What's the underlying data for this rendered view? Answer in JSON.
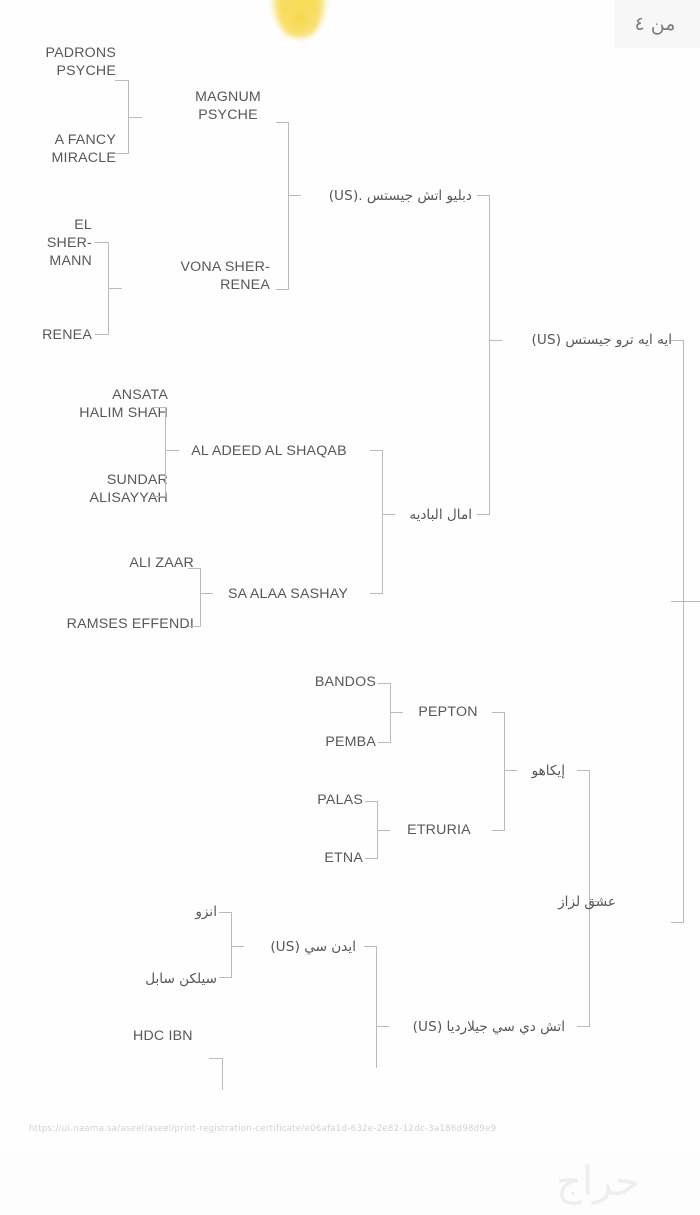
{
  "header": {
    "page_of": "من ٤"
  },
  "document": {
    "type": "pedigree-tree",
    "title_visible": false,
    "footer_url": "https://ui.naama.sa/aseel/aseel/print-registration-certificate/e06afa1d-632e-2e82-12dc-3a186d98d9e9",
    "watermark": "حراج"
  },
  "colors": {
    "background": "#fefefe",
    "text": "#555759",
    "line": "#b9bcbe",
    "header_bg": "#f7f7f7",
    "url_text": "#cfd2d4",
    "highlight_blob": "#f7d94e"
  },
  "tree": {
    "generation_4_top": [
      {
        "id": "g4-1",
        "label": "PADRONS\nPSYCHE"
      },
      {
        "id": "g4-2",
        "label": "A FANCY\nMIRACLE"
      },
      {
        "id": "g4-3",
        "label": "EL\nSHER-\nMANN"
      },
      {
        "id": "g4-4",
        "label": "RENEA"
      },
      {
        "id": "g4-5",
        "label": "ANSATA\nHALIM SHAH"
      },
      {
        "id": "g4-6",
        "label": "SUNDAR\nALISAYYAH"
      },
      {
        "id": "g4-7",
        "label": "ALI ZAAR"
      },
      {
        "id": "g4-8",
        "label": "RAMSES EFFENDI"
      },
      {
        "id": "g4-9",
        "label": "BANDOS"
      },
      {
        "id": "g4-10",
        "label": "PEMBA"
      },
      {
        "id": "g4-11",
        "label": "PALAS"
      },
      {
        "id": "g4-12",
        "label": "ETNA"
      },
      {
        "id": "g4-13",
        "label": "انزو"
      },
      {
        "id": "g4-14",
        "label": "سيلكن سابل"
      },
      {
        "id": "g4-15",
        "label": "HDC IBN"
      }
    ],
    "generation_3": [
      {
        "id": "g3-1",
        "label": "MAGNUM\nPSYCHE"
      },
      {
        "id": "g3-2",
        "label": "VONA SHER-\nRENEA"
      },
      {
        "id": "g3-3",
        "label": "AL ADEED AL SHAQAB"
      },
      {
        "id": "g3-4",
        "label": "SA ALAA SASHAY"
      },
      {
        "id": "g3-5",
        "label": "PEPTON"
      },
      {
        "id": "g3-6",
        "label": "ETRURIA"
      },
      {
        "id": "g3-7",
        "label": "ايدن سي (US)"
      }
    ],
    "generation_2": [
      {
        "id": "g2-1",
        "label": "دبليو اتش جيستس .(US)"
      },
      {
        "id": "g2-2",
        "label": "امال الباديه"
      },
      {
        "id": "g2-3",
        "label": "إيكاهو"
      },
      {
        "id": "g2-4",
        "label": "اتش دي سي جيلارديا (US)"
      }
    ],
    "generation_1": [
      {
        "id": "g1-1",
        "label": "ايه ايه ترو جيستس (US)"
      },
      {
        "id": "g1-2",
        "label": "عشق لزاز"
      }
    ]
  }
}
